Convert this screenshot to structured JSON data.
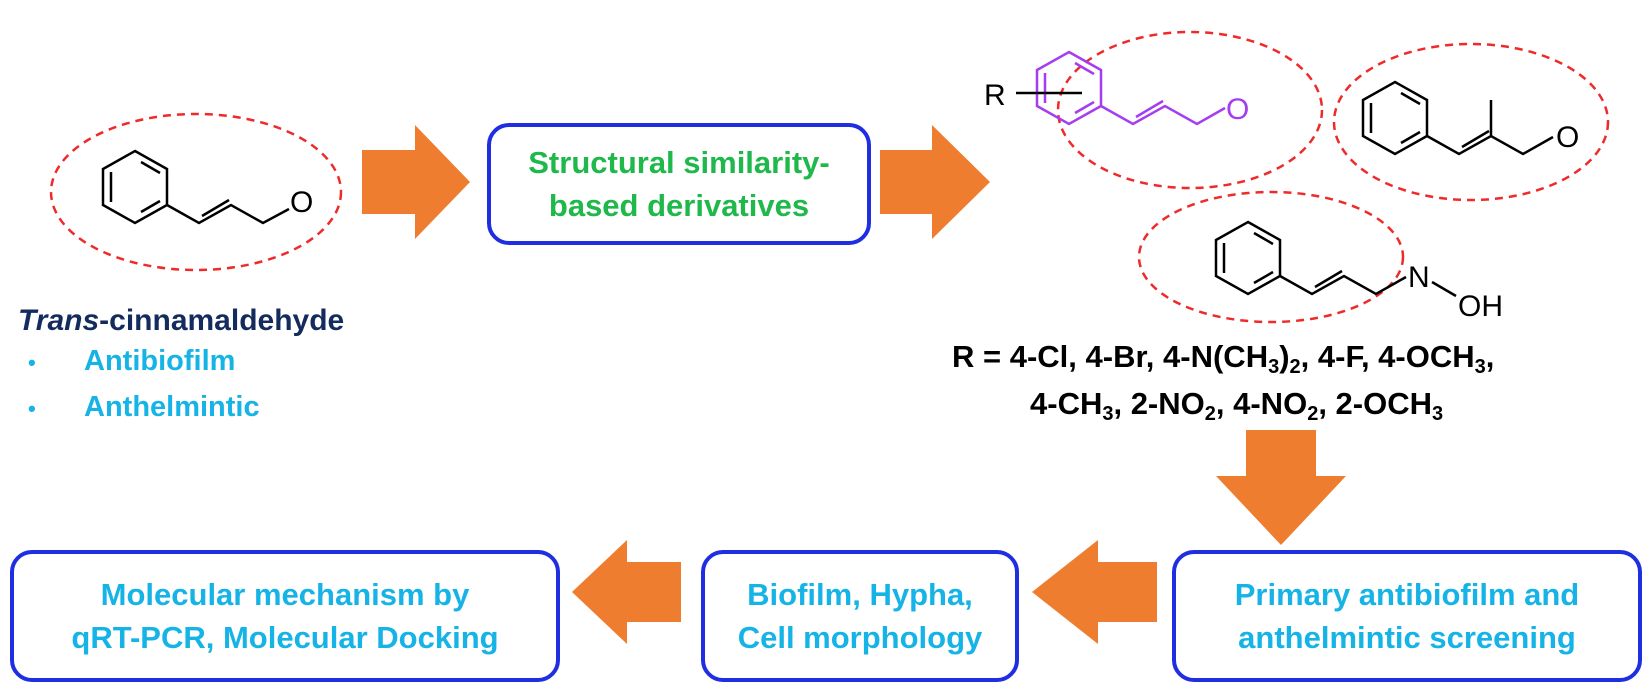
{
  "colors": {
    "arrow": "#ee7d30",
    "box_border": "#1f2ee0",
    "green_text": "#1fb84a",
    "cyan_text": "#16b4e6",
    "title_text": "#142b5e",
    "ellipse": "#ee2a2a",
    "highlight_bond": "#a43cf0"
  },
  "start": {
    "title_italic": "Trans",
    "title_rest": "-cinnamaldehyde",
    "bullets": [
      "Antibiofilm",
      "Anthelmintic"
    ]
  },
  "boxes": {
    "derivatives": [
      "Structural similarity-",
      "based derivatives"
    ],
    "screening": [
      "Primary antibiofilm and",
      "anthelmintic screening"
    ],
    "morphology": [
      "Biofilm, Hypha,",
      "Cell morphology"
    ],
    "mechanism": [
      "Molecular mechanism by",
      "qRT-PCR, Molecular Docking"
    ]
  },
  "molecules": {
    "oxygen": "O",
    "substituent": "R",
    "oxime_n": "N",
    "oxime_oh": "OH"
  },
  "substituents": {
    "line1": {
      "prefix": "R = 4-Cl, 4-Br, 4-N(CH",
      "sub1": "3",
      "mid1": ")",
      "sub2": "2",
      "mid2": ", 4-F, 4-OCH",
      "sub3": "3",
      "end": ","
    },
    "line2": {
      "a": "4-CH",
      "sub1": "3",
      "b": ", 2-NO",
      "sub2": "2",
      "c": ", 4-NO",
      "sub3": "2",
      "d": ", 2-OCH",
      "sub4": "3"
    }
  }
}
